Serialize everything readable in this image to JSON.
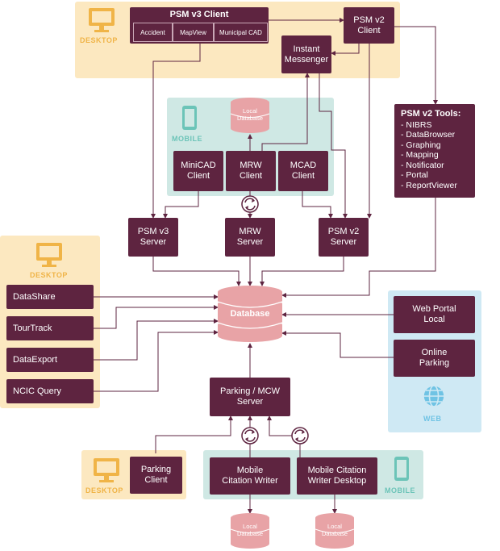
{
  "zones": {
    "desktop": "DESKTOP",
    "mobile": "MOBILE",
    "web": "WEB"
  },
  "psm_v3_client": {
    "title": "PSM v3 Client",
    "modules": [
      "Accident",
      "MapView",
      "Municipal CAD"
    ]
  },
  "psm_v2_client": "PSM v2\nClient",
  "instant_messenger": "Instant\nMessenger",
  "psm_v2_tools": {
    "title": "PSM v2 Tools:",
    "items": [
      "- NIBRS",
      "- DataBrowser",
      "- Graphing",
      "- Mapping",
      "- Notificator",
      "- Portal",
      "- ReportViewer"
    ]
  },
  "local_database": "Local\nDatabase",
  "mobile_clients": [
    "MiniCAD\nClient",
    "MRW\nClient",
    "MCAD\nClient"
  ],
  "servers": [
    "PSM v3\nServer",
    "MRW\nServer",
    "PSM v2\nServer"
  ],
  "database": "Database",
  "desktop_apps": [
    "DataShare",
    "TourTrack",
    "DataExport",
    "NCIC Query"
  ],
  "web_apps": [
    "Web Portal\nLocal",
    "Online\nParking"
  ],
  "parking_server": "Parking / MCW\nServer",
  "parking_client": "Parking\nClient",
  "citation_writers": [
    "Mobile\nCitation Writer",
    "Mobile Citation\nWriter Desktop"
  ],
  "colors": {
    "box": "#5e2440",
    "desktop_zone": "#fce8c0",
    "mobile_zone": "#cfe8e4",
    "web_zone": "#cfe9f4",
    "database": "#e8a3a6"
  }
}
